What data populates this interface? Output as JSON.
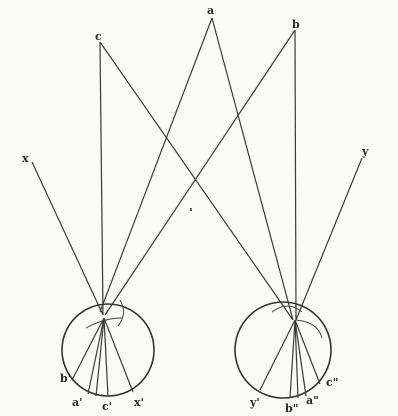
{
  "figure": {
    "labels": {
      "a": "a",
      "b": "b",
      "c": "c",
      "x": "x",
      "y": "y",
      "a_prime": "a'",
      "b_prime": "b'",
      "c_prime": "c'",
      "x_prime": "x'",
      "y_prime": "y'",
      "a_dprime": "a\"",
      "b_dprime": "b\"",
      "c_dprime": "c\""
    },
    "colors": {
      "ink": "#333333",
      "paper": "#fbfbf9"
    }
  }
}
